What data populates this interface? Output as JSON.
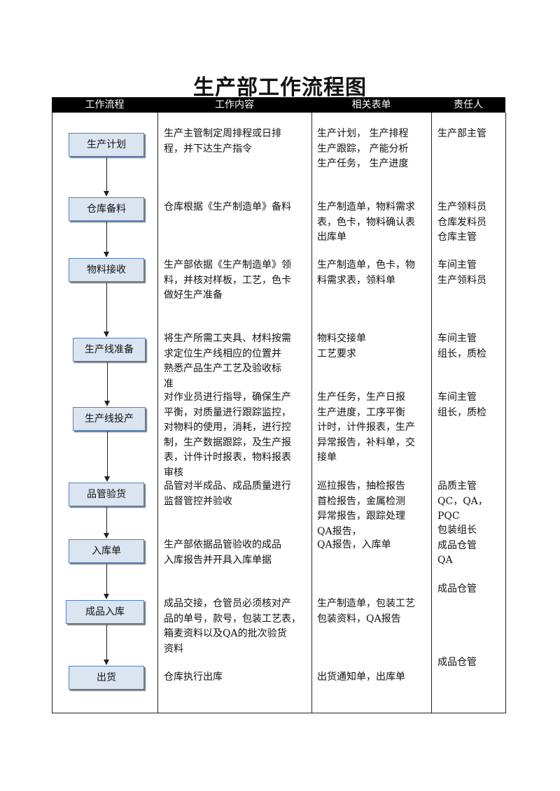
{
  "title": "生产部工作流程图",
  "headers": {
    "flow": "工作流程",
    "content": "工作内容",
    "forms": "相关表单",
    "owner": "责任人"
  },
  "steps": [
    {
      "label": "生产计划",
      "content": "生产主管制定周排程或日排\n程，并下达生产指令",
      "forms": "生产计划，  生产排程\n生产跟踪，  产能分析\n生产任务，  生产进度",
      "owner": "生产部主管"
    },
    {
      "label": "仓库备料",
      "content": "仓库根据《生产制造单》备料",
      "forms": "生产制造单，物料需求\n表，色卡，物料确认表\n出库单",
      "owner": "生产领料员\n仓库发料员\n仓库主管"
    },
    {
      "label": "物料接收",
      "content": "生产部依据《生产制造单》领\n料，并核对样板，工艺，色卡\n做好生产准备",
      "forms": "生产制造单，色卡，物\n料需求表，领料单",
      "owner": "车间主管\n生产领料员"
    },
    {
      "label": "生产线准备",
      "content": "将生产所需工夹具、材料按需\n求定位生产线相应的位置并\n熟悉产品生产工艺及验收标\n准",
      "forms": "物料交接单\n工艺要求",
      "owner": "车间主管\n组长，质检"
    },
    {
      "label": "生产线投产",
      "content": "对作业员进行指导，确保生产\n平衡，对质量进行跟踪监控，\n对物料的使用，消耗，进行控\n制，生产数据跟踪，及生产报\n表，计件计时报表，物料报表\n审核",
      "forms": "生产任务，生产日报\n生产进度，工序平衡\n计时，计件报表，生产\n异常报告，补料单，交\n接单",
      "owner": "车间主管\n组长，质检"
    },
    {
      "label": "品管验货",
      "content": "品管对半成品、成品质量进行\n监督管控并验收",
      "forms": "巡拉报告，抽检报告\n首检报告，金属检测\n异常报告，跟踪处理\nQA报告，",
      "owner": "品质主管\nQC，QA，PQC"
    },
    {
      "label": "入库单",
      "content": "生产部依据品管验收的成品\n入库报告并开具入库单据",
      "forms": "QA报告，入库单",
      "owner": "包装组长\n成品仓管\nQA"
    },
    {
      "label": "成品入库",
      "content": "成品交接，仓管员必须核对产\n品的单号，款号，包装工艺表，\n箱麦资料以及QA的批次验货\n资料",
      "forms": "生产制造单，包装工艺\n包装资料，QA报告",
      "owner": "成品仓管"
    },
    {
      "label": "出货",
      "content": "仓库执行出库",
      "forms": "出货通知单，出库单",
      "owner": "成品仓管"
    }
  ]
}
